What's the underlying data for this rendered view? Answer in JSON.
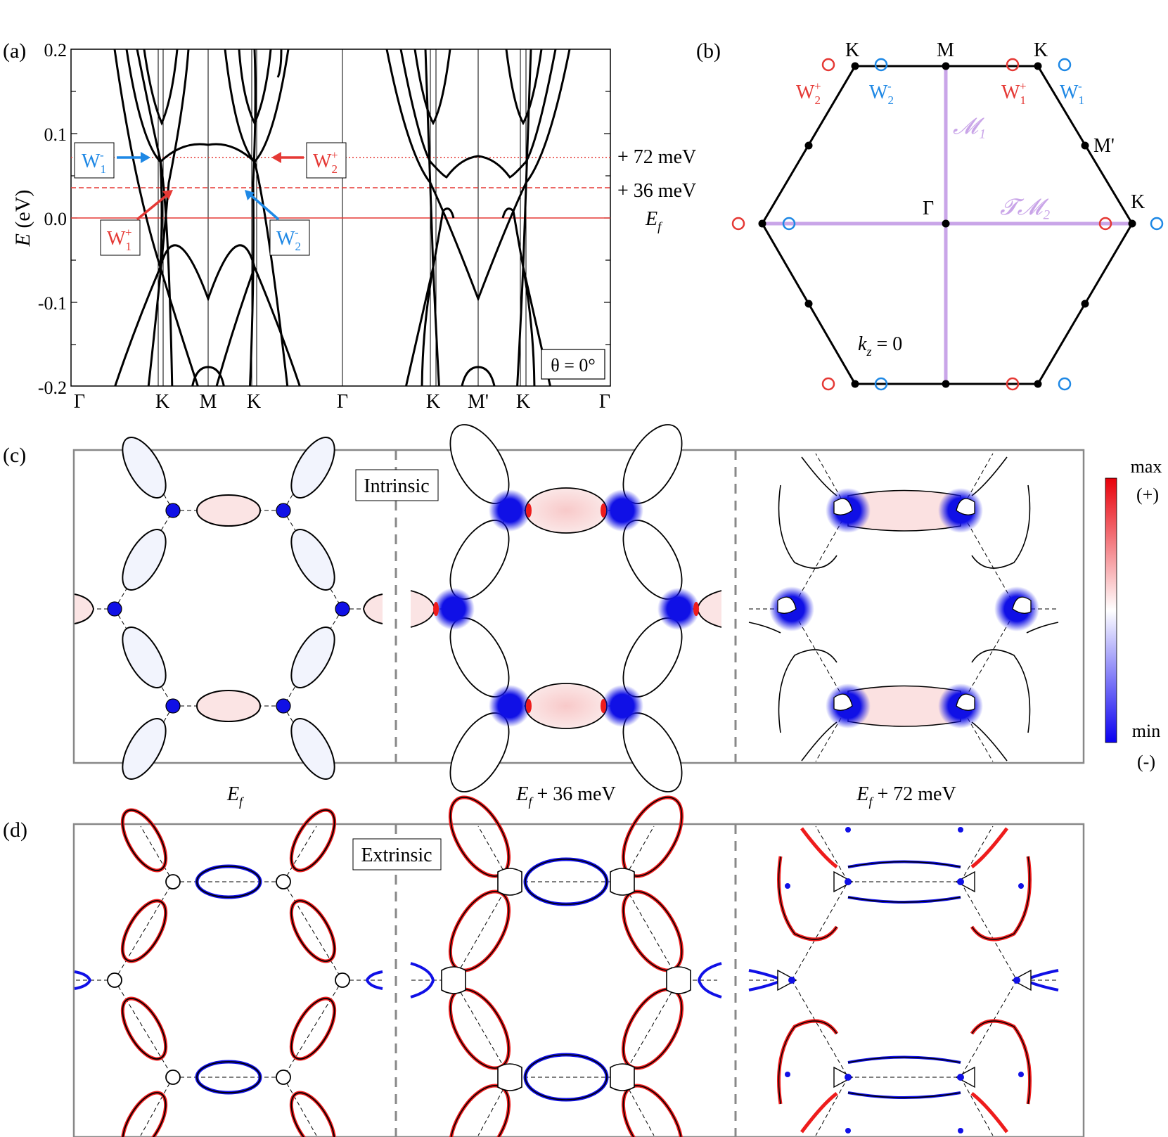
{
  "panel_a": {
    "label": "(a)",
    "ylabel": "E (eV)",
    "yticks": [
      "0.2",
      "0.1",
      "0.0",
      "-0.1",
      "-0.2"
    ],
    "xticks": [
      "Γ",
      "K",
      "M",
      "K",
      "Γ",
      "K",
      "M'",
      "K",
      "Γ"
    ],
    "energy_labels": [
      "+ 72 meV",
      "+ 36 meV",
      "E_f"
    ],
    "theta": "θ = 0°",
    "annotations": [
      {
        "base": "W",
        "sub": "1",
        "sup": "-",
        "color": "#1e88e5"
      },
      {
        "base": "W",
        "sub": "2",
        "sup": "+",
        "color": "#e53935"
      },
      {
        "base": "W",
        "sub": "1",
        "sup": "+",
        "color": "#e53935"
      },
      {
        "base": "W",
        "sub": "2",
        "sup": "-",
        "color": "#1e88e5"
      }
    ]
  },
  "panel_b": {
    "label": "(b)",
    "vertices": [
      "K",
      "K",
      "K"
    ],
    "points": [
      "M",
      "M'",
      "Γ"
    ],
    "mirror_labels": [
      "𝓜₁",
      "𝓣𝓜₂"
    ],
    "kz": "k_z = 0",
    "weyl_labels": [
      {
        "base": "W",
        "sub": "2",
        "sup": "+",
        "color": "#e53935"
      },
      {
        "base": "W",
        "sub": "2",
        "sup": "-",
        "color": "#1e88e5"
      },
      {
        "base": "W",
        "sub": "1",
        "sup": "+",
        "color": "#e53935"
      },
      {
        "base": "W",
        "sub": "1",
        "sup": "-",
        "color": "#1e88e5"
      }
    ]
  },
  "panel_c": {
    "label": "(c)",
    "tag": "Intrinsic"
  },
  "panel_d": {
    "label": "(d)",
    "tag": "Extrinsic"
  },
  "column_labels": [
    "E_f",
    "E_f + 36 meV",
    "E_f + 72 meV"
  ],
  "colorbar": {
    "max": "max",
    "plus": "(+)",
    "min": "min",
    "minus": "(-)"
  },
  "colors": {
    "red": "#e53935",
    "blue": "#1e88e5",
    "lavender": "#c9a5e8",
    "plot_blue": "#1010e6",
    "plot_red": "#ee1c1c"
  }
}
